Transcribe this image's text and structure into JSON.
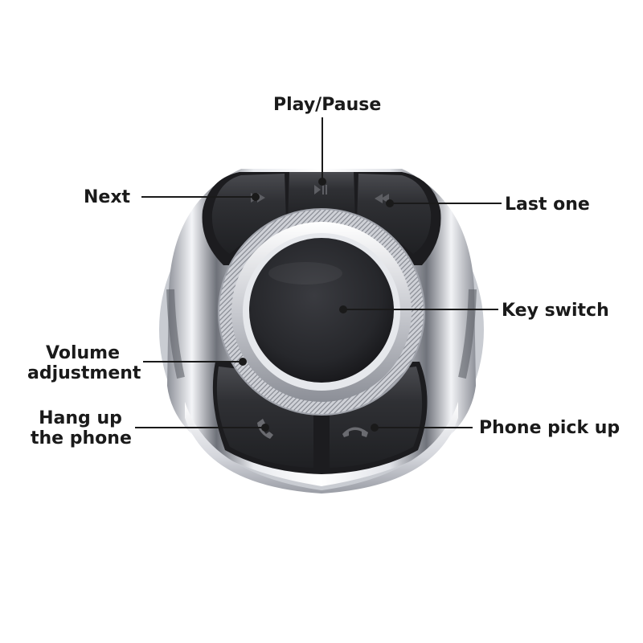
{
  "labels": {
    "play_pause": "Play/Pause",
    "next": "Next",
    "last_one": "Last one",
    "key_switch": "Key switch",
    "volume_line1": "Volume",
    "volume_line2": "adjustment",
    "hang_up_line1": "Hang up",
    "hang_up_line2": "the phone",
    "phone_pick_up": "Phone pick up"
  },
  "icons": {
    "play_pause": "play-pause-icon",
    "previous": "previous-track-icon",
    "next_track": "next-track-icon",
    "call_end": "hang-up-phone-icon",
    "call_answer": "pick-up-phone-icon"
  },
  "colors": {
    "text": "#1a1a1a",
    "leader_line": "#1a1a1a",
    "button_dark": "#2b2b2d",
    "knob_dark": "#262628",
    "chrome_light": "#f1f2f5",
    "chrome_mid": "#b9bcc3",
    "chrome_dark": "#6e7179"
  }
}
